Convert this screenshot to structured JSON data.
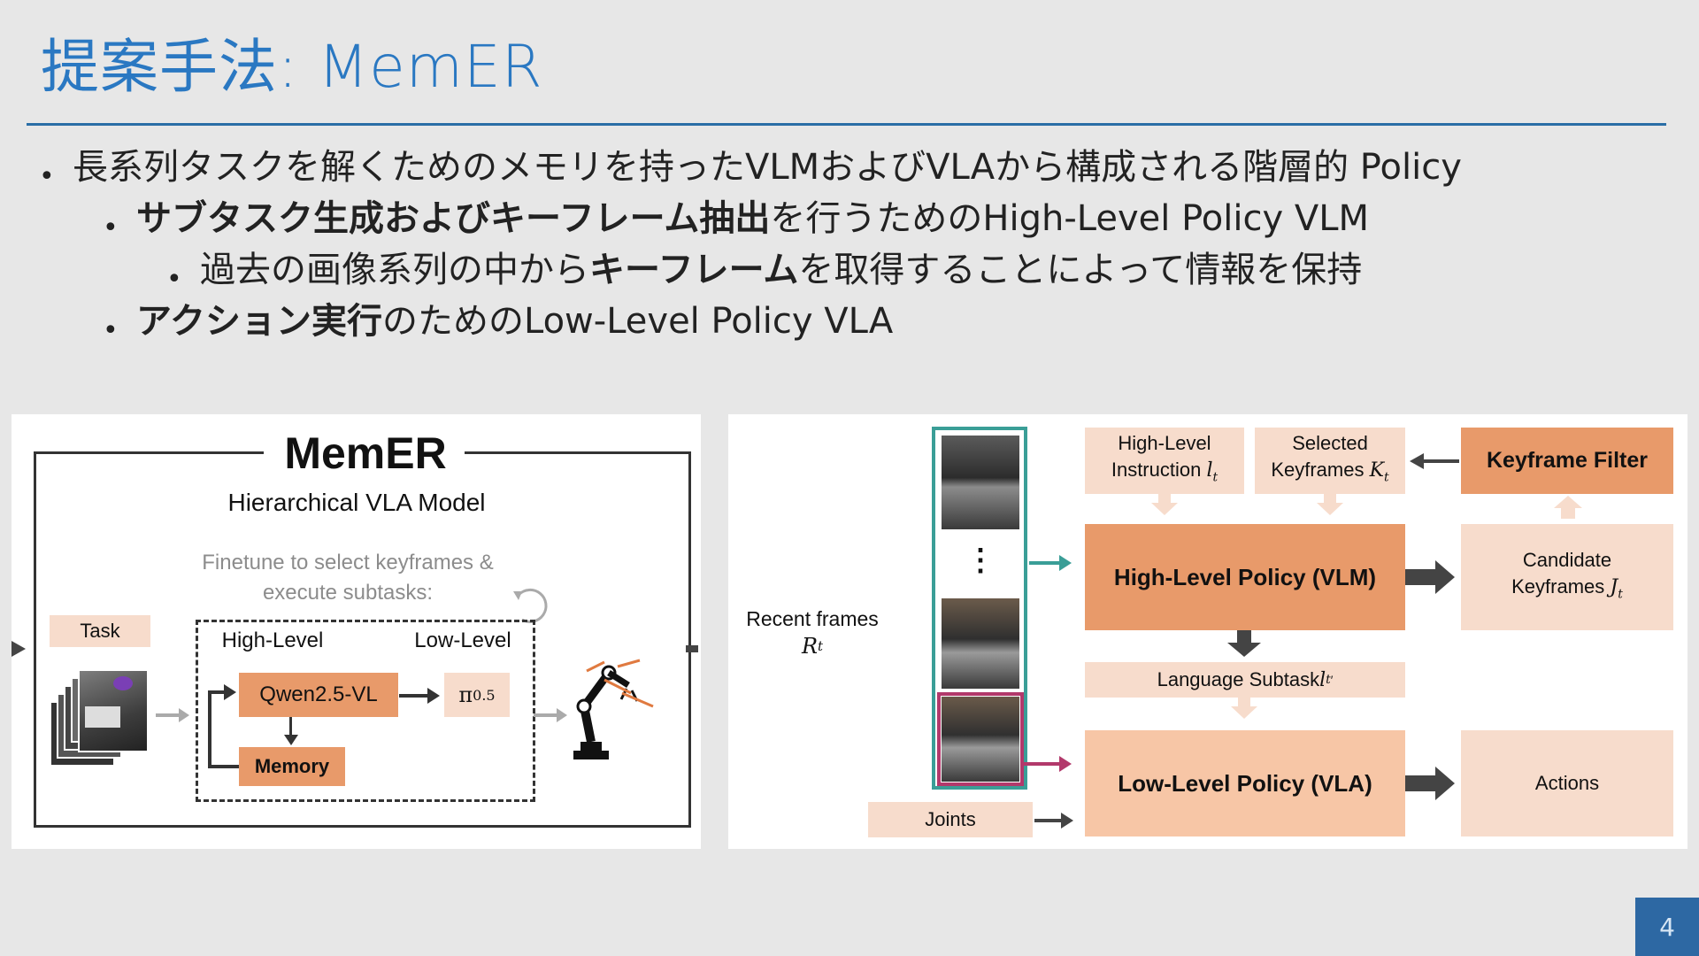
{
  "slide": {
    "title": "提案手法: MemER",
    "page_number": "4",
    "bullets": [
      {
        "level": 1,
        "parts": [
          {
            "text": "長系列タスクを解くためのメモリを持ったVLMおよびVLAから構成される階層的 Policy",
            "bold": false
          }
        ]
      },
      {
        "level": 2,
        "parts": [
          {
            "text": "サブタスク生成およびキーフレーム抽出",
            "bold": true
          },
          {
            "text": "を行うためのHigh-Level Policy VLM",
            "bold": false
          }
        ]
      },
      {
        "level": 3,
        "parts": [
          {
            "text": "過去の画像系列の中から",
            "bold": false
          },
          {
            "text": "キーフレーム",
            "bold": true
          },
          {
            "text": "を取得することによって情報を保持",
            "bold": false
          }
        ]
      },
      {
        "level": 2,
        "parts": [
          {
            "text": "アクション実行",
            "bold": true
          },
          {
            "text": "のためのLow-Level Policy VLA",
            "bold": false
          }
        ]
      }
    ]
  },
  "left_figure": {
    "brand": "MemER",
    "subtitle": "Hierarchical VLA Model",
    "caption_line1": "Finetune to select keyframes &",
    "caption_line2": "execute subtasks:",
    "task_label": "Task",
    "high_level": "High-Level",
    "low_level": "Low-Level",
    "qwen": "Qwen2.5-VL",
    "pi": "π",
    "pi_sub": "0.5",
    "memory": "Memory"
  },
  "right_figure": {
    "recent_frames": "Recent frames",
    "recent_symbol": "R",
    "recent_sub": "t",
    "hl_instruction_l1": "High-Level",
    "hl_instruction_l2": "Instruction ",
    "hl_instruction_sym": "l",
    "hl_instruction_sub": "t",
    "selected_l1": "Selected",
    "selected_l2": "Keyframes ",
    "selected_sym": "K",
    "selected_sub": "t",
    "keyframe_filter": "Keyframe Filter",
    "high_level_policy": "High-Level Policy (VLM)",
    "candidate_l1": "Candidate",
    "candidate_l2": "Keyframes ",
    "candidate_sym": "J",
    "candidate_sub": "t",
    "language_subtask": "Language Subtask ",
    "language_sym": "l",
    "language_sub": "t",
    "language_sup": "′",
    "low_level_policy": "Low-Level Policy (VLA)",
    "actions": "Actions",
    "joints": "Joints",
    "ellipsis": "⋮"
  },
  "colors": {
    "title_blue": "#2a78c2",
    "accent_orange": "#e89a6a",
    "light_orange": "#f7dccc",
    "teal": "#3a9e97",
    "magenta": "#b2396b",
    "page_badge": "#2d68a3"
  }
}
